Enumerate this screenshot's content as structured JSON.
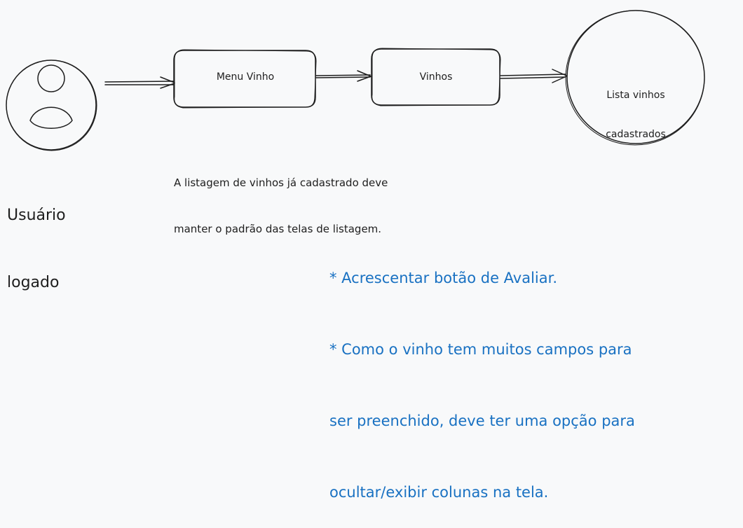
{
  "actor": {
    "label_line1": "Usuário",
    "label_line2": "logado"
  },
  "nodes": {
    "menu": "Menu Vinho",
    "vinhos": "Vinhos",
    "lista_line1": "Lista vinhos",
    "lista_line2": "cadastrados"
  },
  "note": {
    "line1": "A listagem de vinhos já cadastrado deve",
    "line2": "manter o padrão das telas de listagem."
  },
  "requirements": {
    "line1": "* Acrescentar botão de Avaliar.",
    "line2": "* Como o vinho tem muitos campos para",
    "line3": "ser preenchido, deve ter uma opção para",
    "line4": "ocultar/exibir colunas na tela."
  },
  "colors": {
    "stroke": "#1e1e1e",
    "requirements_text": "#1971c2",
    "background": "#f8f9fa"
  }
}
